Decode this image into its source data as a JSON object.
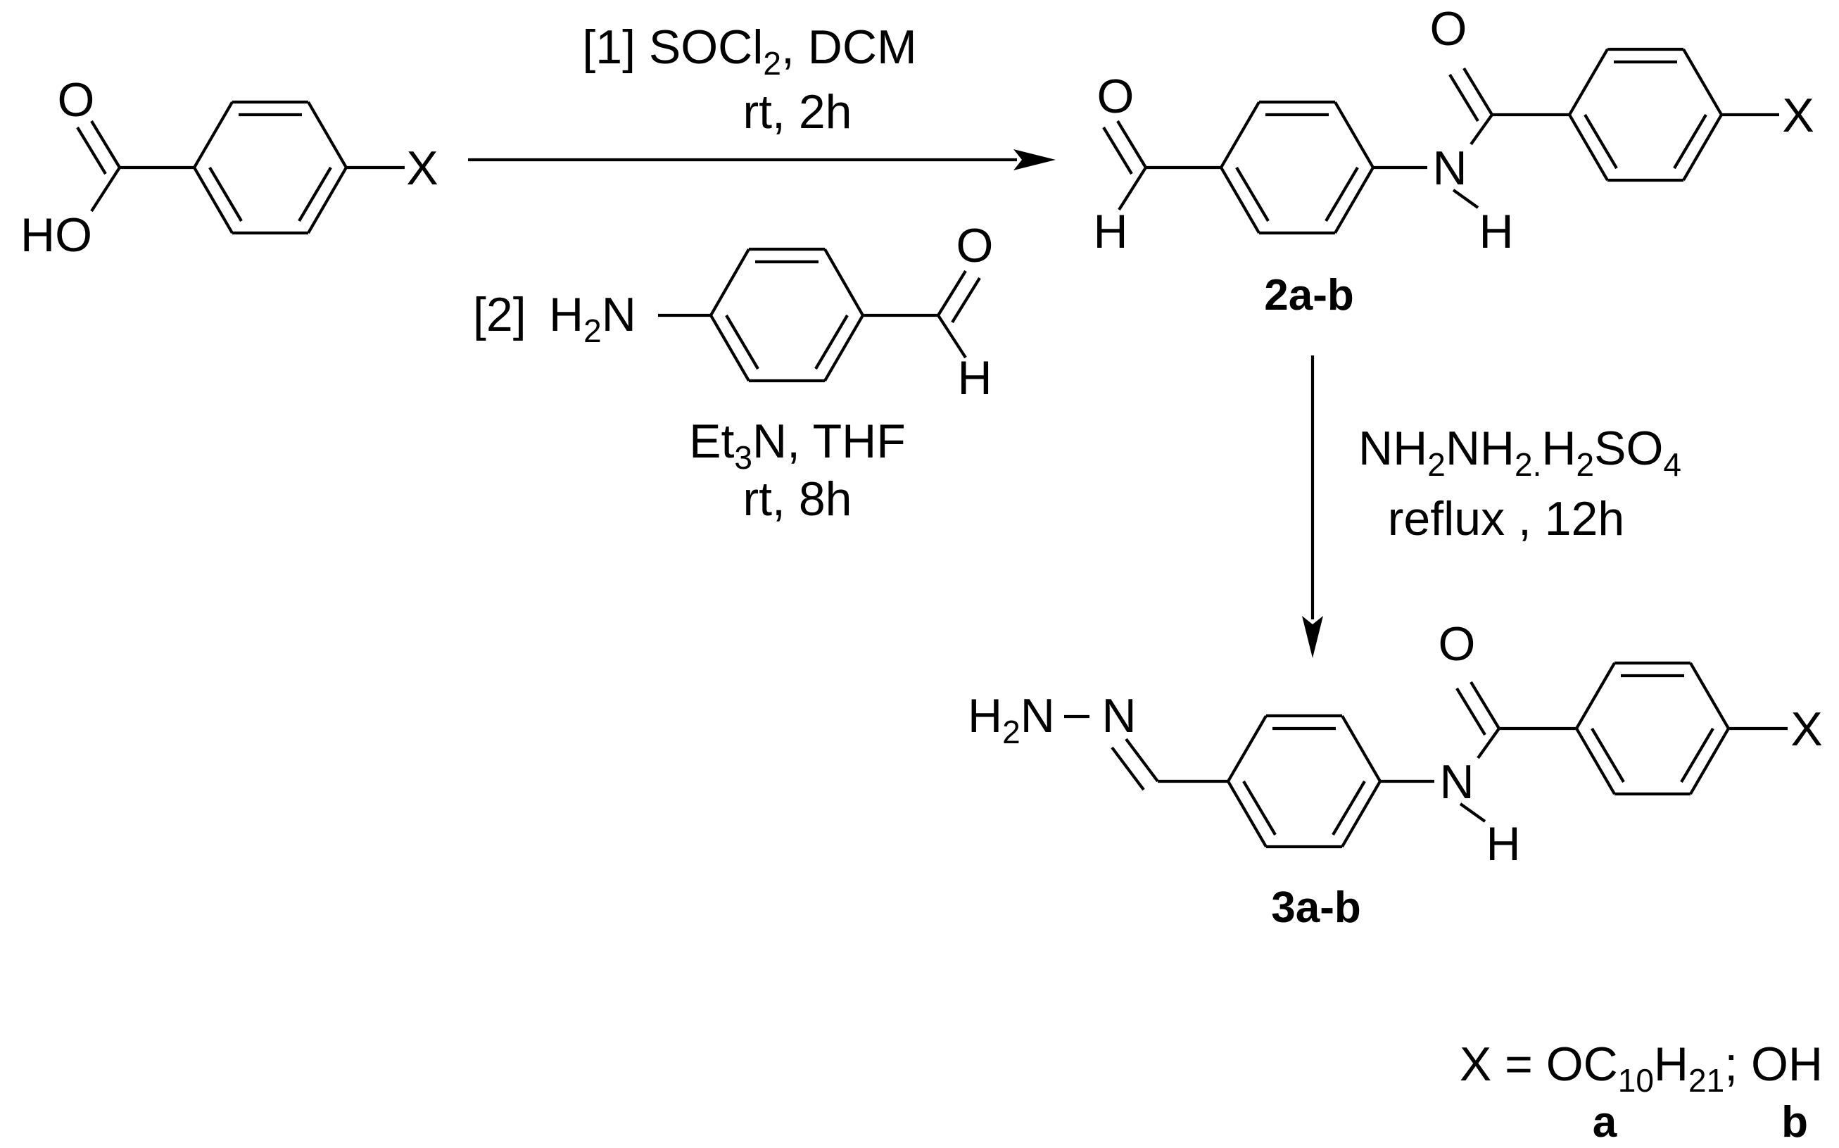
{
  "step1": {
    "reagent1_prefix": "[1]  SOCl",
    "reagent1_sub": "2",
    "reagent1_suffix": ", DCM",
    "conditions1": "rt, 2h",
    "reagent2_prefix": "[2] ",
    "amine_h": "H",
    "amine_sub": "2",
    "amine_n": "N",
    "base_prefix": "Et",
    "base_sub": "3",
    "base_suffix": "N, THF",
    "conditions2": "rt, 8h"
  },
  "step2": {
    "reagent_a": "NH",
    "reagent_a_sub": "2",
    "reagent_b": "NH",
    "reagent_b_sub": "2.",
    "reagent_c": "H",
    "reagent_c_sub": "2",
    "reagent_d": "SO",
    "reagent_d_sub": "4",
    "conditions": "reflux , 12h"
  },
  "compounds": {
    "intermediate_label": "2a-b",
    "product_label": "3a-b"
  },
  "atoms": {
    "O": "O",
    "HO": "HO",
    "H": "H",
    "N": "N",
    "X": "X",
    "H2N_h": "H",
    "H2N_sub": "2",
    "H2N_n": "N",
    "N_imine": "N",
    "bond_dash": "–"
  },
  "legend": {
    "x_prefix": "X = OC",
    "x_sub1": "10",
    "x_mid": "H",
    "x_sub2": "21",
    "x_suffix": "; OH",
    "label_a": "a",
    "label_b": "b"
  }
}
